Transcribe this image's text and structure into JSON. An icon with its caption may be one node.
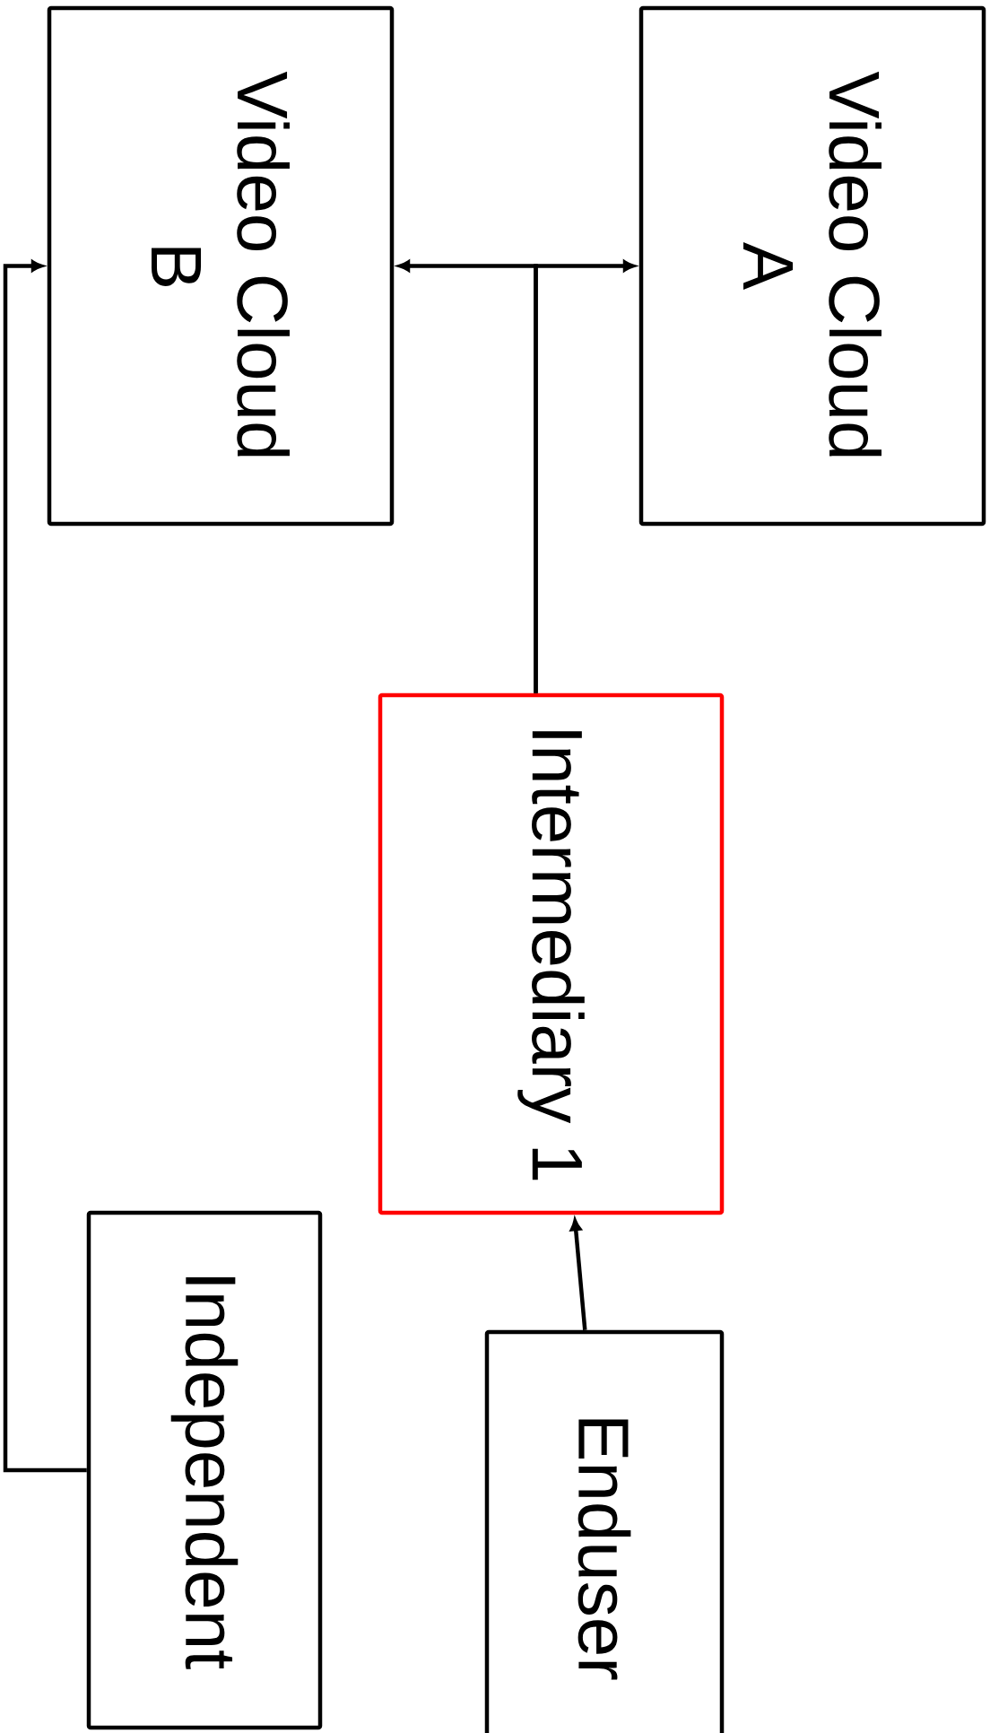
{
  "diagram": {
    "nodes": [
      {
        "text": [
          "Video Cloud A"
        ]
      },
      {
        "text": [
          "Video Cloud B"
        ]
      },
      {
        "text": [
          "Intermediary 1"
        ]
      },
      {
        "text": [
          "Enduser"
        ]
      },
      {
        "text": [
          "Independent"
        ]
      }
    ],
    "edges": [
      {
        "from": 2,
        "to": 1,
        "arrow": "to"
      },
      {
        "from": 2,
        "to": 0,
        "arrow": "to"
      },
      {
        "from": 3,
        "to": 2,
        "arrow": "to"
      },
      {
        "from": 4,
        "to": 1,
        "arrow": "to"
      }
    ]
  }
}
